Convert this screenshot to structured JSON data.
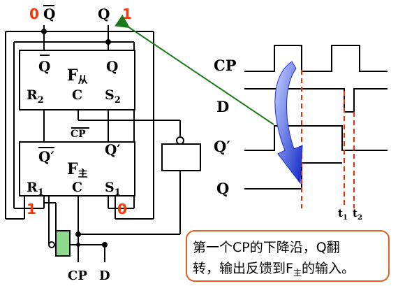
{
  "top_labels": {
    "qbar": "Q",
    "q": "Q",
    "val_left": "0",
    "val_right": "1"
  },
  "slave": {
    "qbar": "Q",
    "q": "Q",
    "name": "F",
    "sub": "从",
    "r": "R",
    "r_sub": "2",
    "c": "C",
    "s": "S",
    "s_sub": "2"
  },
  "cp_bar": "CP",
  "master": {
    "qbar": "Q′",
    "q": "Q′",
    "name": "F",
    "sub": "主",
    "r": "R",
    "r_sub": "1",
    "c": "C",
    "s": "S",
    "s_sub": "1"
  },
  "side_values": {
    "left": "1",
    "right": "0"
  },
  "bottom_inputs": {
    "cp": "CP",
    "d": "D"
  },
  "waveforms": {
    "cp": "CP",
    "d": "D",
    "qprime": "Q′",
    "q": "Q",
    "t1": "t",
    "t1_sub": "1",
    "t2": "t",
    "t2_sub": "2"
  },
  "note": {
    "line1": "第一个CP的下降沿，Q翻",
    "line2_a": "转，输出反馈到F",
    "line2_sub": "主",
    "line2_b": "的输入。"
  },
  "colors": {
    "accent_red": "#ff3300",
    "arrow_blue": "#1b2fd6",
    "arrow_green": "#1a7a1a",
    "note_border": "#e06020",
    "gate_green": "#8fd88f",
    "dash_red": "#e03010"
  }
}
